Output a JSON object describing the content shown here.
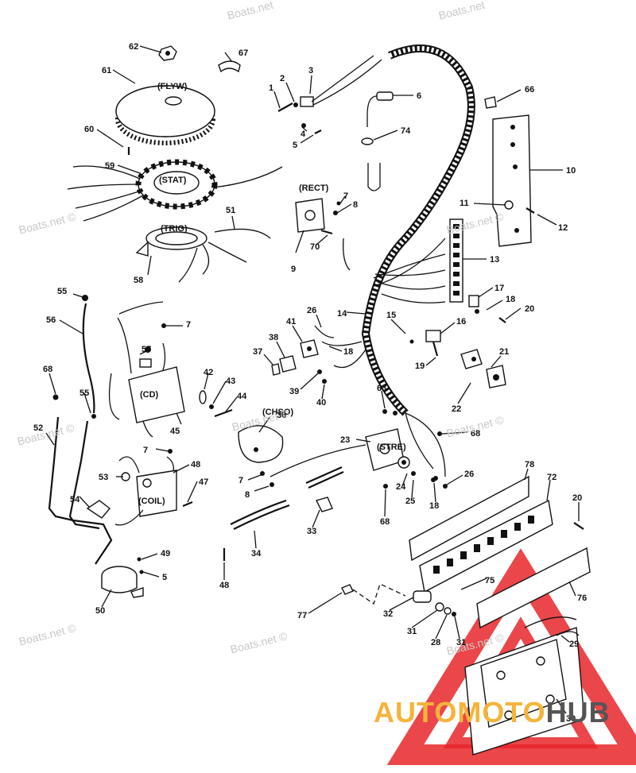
{
  "watermark": "Boats.net ©",
  "watermark_top": "Boats.net",
  "brand": {
    "part1": "AUTOMOTO",
    "part2": "HUB",
    "color1": "#f4b43a",
    "color2": "#555555",
    "logo_color": "#e8262a"
  },
  "components": {
    "flyw": "(FLYW)",
    "stat": "(STAT)",
    "trig": "(TRIG)",
    "rect": "(RECT)",
    "cd": "(CD)",
    "chso": "(CHSO)",
    "stre": "(STRE)",
    "coil": "(COIL)"
  },
  "callouts": [
    "1",
    "2",
    "3",
    "4",
    "5",
    "6",
    "7",
    "8",
    "9",
    "10",
    "11",
    "12",
    "13",
    "14",
    "15",
    "16",
    "17",
    "18",
    "19",
    "20",
    "21",
    "22",
    "23",
    "24",
    "25",
    "26",
    "28",
    "29",
    "30",
    "31",
    "32",
    "33",
    "34",
    "36",
    "37",
    "38",
    "39",
    "40",
    "41",
    "42",
    "43",
    "44",
    "45",
    "47",
    "48",
    "49",
    "50",
    "51",
    "52",
    "53",
    "54",
    "55",
    "56",
    "57",
    "58",
    "59",
    "60",
    "61",
    "62",
    "63",
    "66",
    "67",
    "68",
    "70",
    "72",
    "74",
    "75",
    "76",
    "77",
    "78"
  ]
}
